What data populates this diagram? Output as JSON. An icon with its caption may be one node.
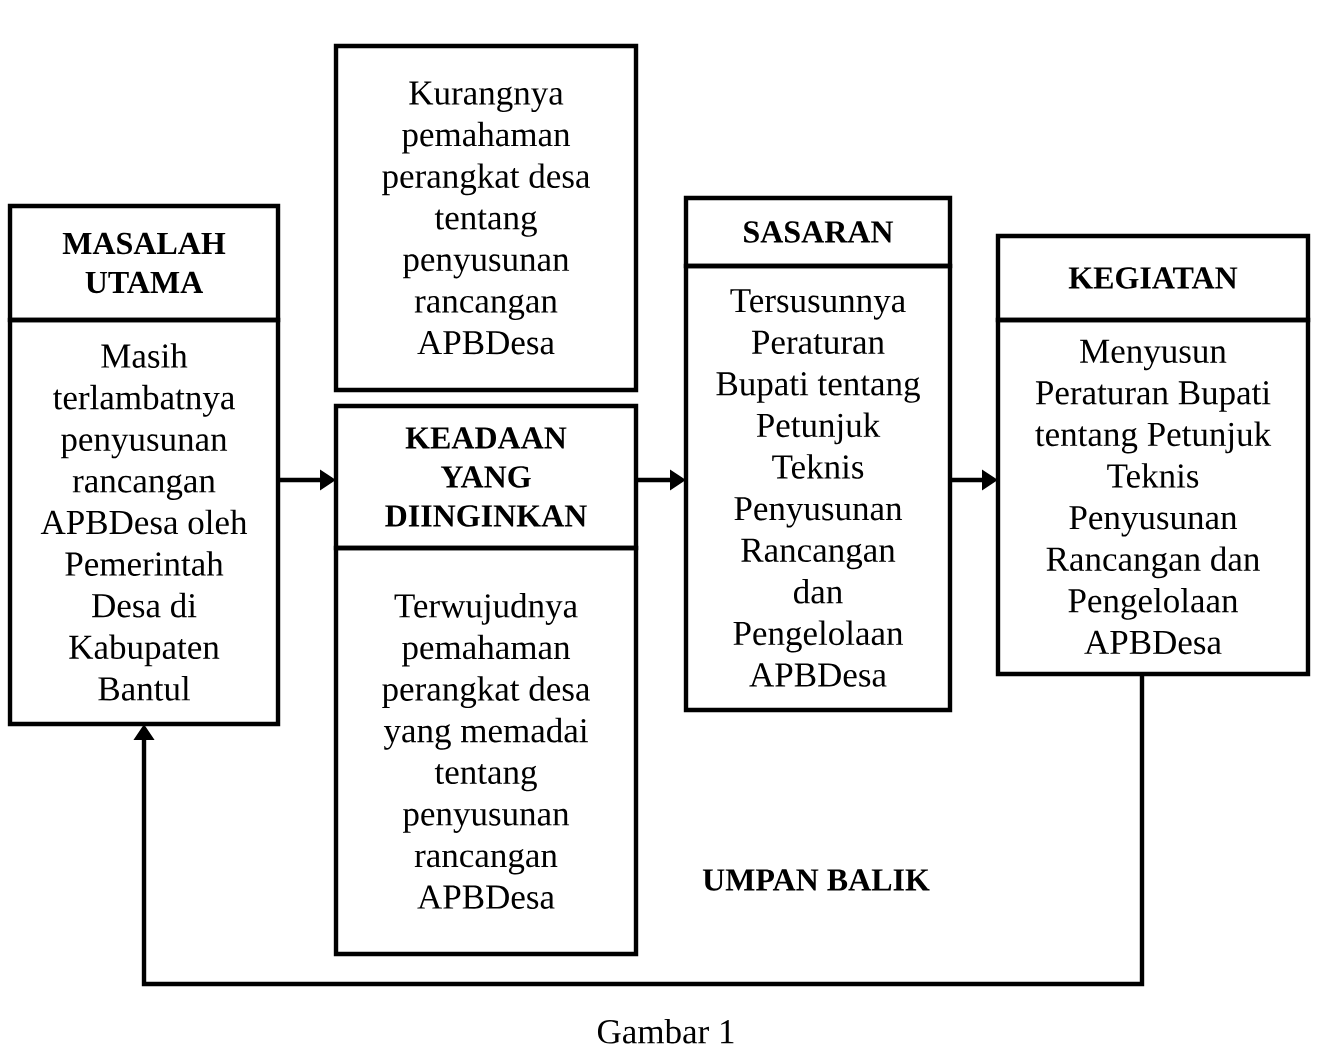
{
  "diagram": {
    "caption": "Gambar 1",
    "nodes": [
      {
        "text": [
          "MASALAH UTAMA",
          "Masih terlambatnya penyusunan rancangan APBDesa oleh Pemerintah Desa di Kabupaten Bantul"
        ]
      },
      {
        "text": [
          "Kurangnya pemahaman perangkat desa tentang penyusunan rancangan APBDesa"
        ]
      },
      {
        "text": [
          "KEADAAN YANG DIINGINKAN",
          "Terwujudnya pemahaman perangkat desa yang memadai tentang penyusunan rancangan APBDesa"
        ]
      },
      {
        "text": [
          "SASARAN",
          "Tersusunnya Peraturan Bupati tentang Petunjuk Teknis Penyusunan Rancangan dan Pengelolaan APBDesa"
        ]
      },
      {
        "text": [
          "KEGIATAN",
          "Menyusun Peraturan Bupati tentang Petunjuk Teknis Penyusunan Rancangan dan Pengelolaan APBDesa"
        ]
      }
    ],
    "edges": [
      {
        "from": 0,
        "to": 2,
        "arrow": "to"
      },
      {
        "from": 2,
        "to": 3,
        "arrow": "to"
      },
      {
        "from": 3,
        "to": 4,
        "arrow": "to"
      },
      {
        "from": 4,
        "to": 0,
        "arrow": "to"
      }
    ],
    "labels": [
      "UMPAN BALIK"
    ]
  }
}
